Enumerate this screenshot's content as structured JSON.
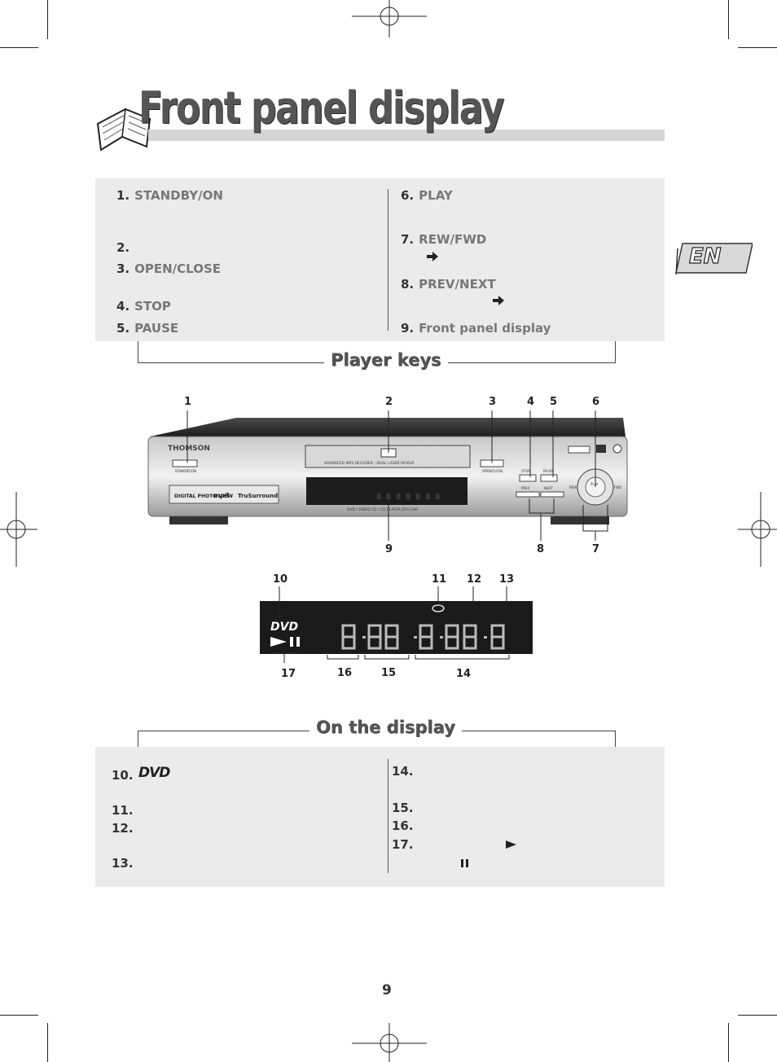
{
  "page": {
    "title": "Front panel display",
    "page_number": "9",
    "language_badge": "EN"
  },
  "player_keys": {
    "caption": "Player keys",
    "left": [
      {
        "num": "1.",
        "label": "STANDBY/ON"
      },
      {
        "num": "2.",
        "label": ""
      },
      {
        "num": "3.",
        "label": "OPEN/CLOSE"
      },
      {
        "num": "4.",
        "label": "STOP"
      },
      {
        "num": "5.",
        "label": "PAUSE"
      }
    ],
    "right": [
      {
        "num": "6.",
        "label": "PLAY"
      },
      {
        "num": "7.",
        "label": "REW/FWD"
      },
      {
        "num": "8.",
        "label": "PREV/NEXT"
      },
      {
        "num": "9.",
        "label": "Front panel display"
      }
    ],
    "arrow_icon": "right-arrow-icon"
  },
  "device": {
    "brand": "THOMSON",
    "tray_text": "ADVANCED MP3 DECODER - DUAL LASER PICKUP",
    "model_text": "DVD / VIDEO CD / CD PLAYER DTH 180",
    "standby_label": "STANDBY/ON",
    "open_close_label": "OPEN/CLOSE",
    "stop_label": "STOP",
    "pause_label": "PAUSE",
    "prev_label": "PREV",
    "next_label": "NEXT",
    "play_label": "PLAY",
    "rew_label": "REW",
    "fwd_label": "FWD",
    "logos": [
      "DIGITAL PHOTO VIEW",
      "mp3",
      "TruSurround"
    ],
    "callouts": [
      "1",
      "2",
      "3",
      "4",
      "5",
      "6",
      "7",
      "8",
      "9"
    ]
  },
  "display_diagram": {
    "dvd_logo": "DVD",
    "callouts": [
      "10",
      "11",
      "12",
      "13",
      "14",
      "15",
      "16",
      "17"
    ]
  },
  "on_display": {
    "caption": "On the display",
    "left": [
      {
        "num": "10.",
        "icon": "dvd-logo-icon",
        "icon_text": "DVD"
      },
      {
        "num": "11."
      },
      {
        "num": "12."
      },
      {
        "num": "13."
      }
    ],
    "right": [
      {
        "num": "14."
      },
      {
        "num": "15."
      },
      {
        "num": "16."
      },
      {
        "num": "17.",
        "icon": "play-icon",
        "icon2": "pause-icon"
      }
    ]
  }
}
